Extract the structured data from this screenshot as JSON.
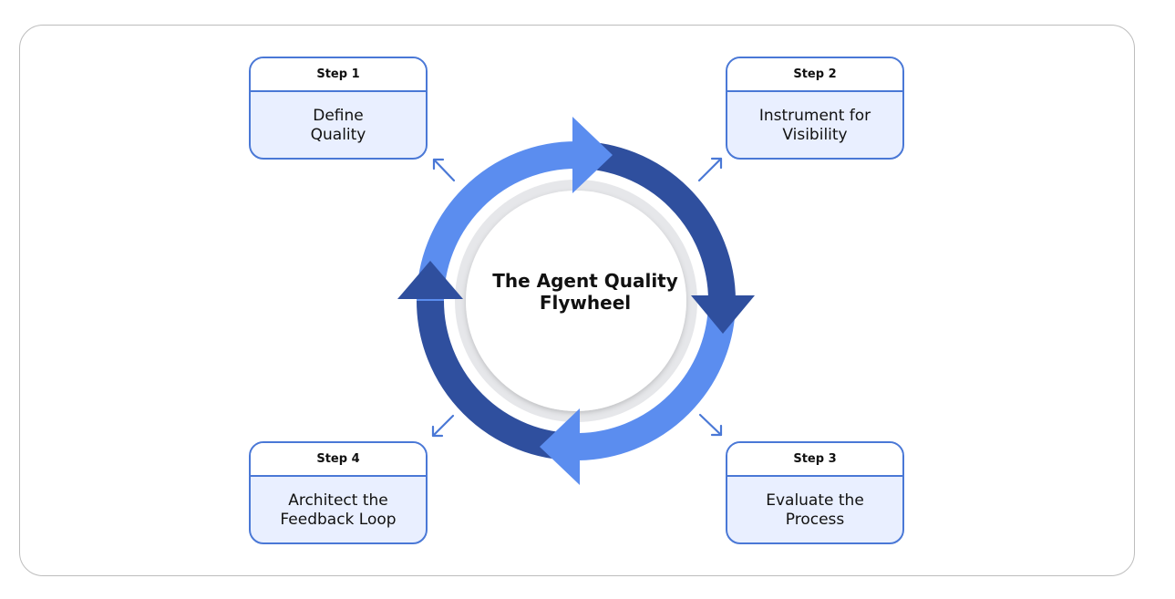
{
  "diagram": {
    "center_title": "The Agent Quality\nFlywheel",
    "steps": [
      {
        "label": "Step 1",
        "title": "Define\nQuality"
      },
      {
        "label": "Step 2",
        "title": "Instrument for\nVisibility"
      },
      {
        "label": "Step 3",
        "title": "Evaluate the\nProcess"
      },
      {
        "label": "Step 4",
        "title": "Architect the\nFeedback Loop"
      }
    ]
  },
  "colors": {
    "light_blue": "#5b8def",
    "dark_blue": "#2f4f9e",
    "card_border": "#4a78d6",
    "card_fill": "#e9efff",
    "inner_ring": "#e6e7ea"
  }
}
